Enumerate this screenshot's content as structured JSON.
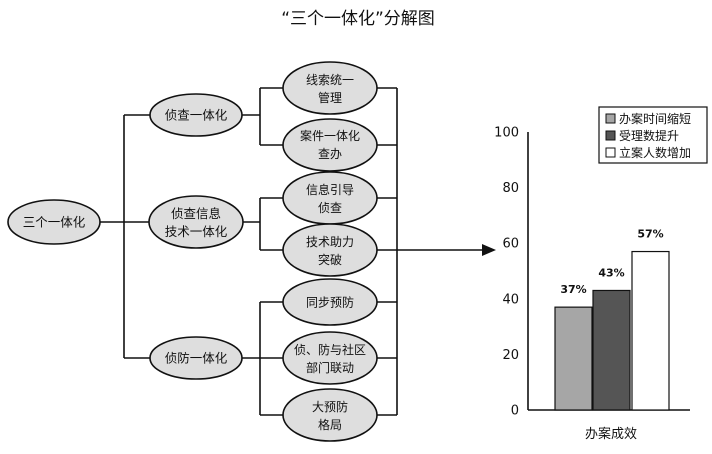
{
  "title": "“三个一体化”分解图",
  "root": {
    "label": "三个一体化"
  },
  "branches": [
    {
      "label_lines": [
        "侦查一体化"
      ],
      "leaves": [
        {
          "lines": [
            "线索统一",
            "管理"
          ]
        },
        {
          "lines": [
            "案件一体化",
            "查办"
          ]
        }
      ]
    },
    {
      "label_lines": [
        "侦查信息",
        "技术一体化"
      ],
      "leaves": [
        {
          "lines": [
            "信息引导",
            "侦查"
          ]
        },
        {
          "lines": [
            "技术助力",
            "突破"
          ]
        }
      ]
    },
    {
      "label_lines": [
        "侦防一体化"
      ],
      "leaves": [
        {
          "lines": [
            "同步预防"
          ]
        },
        {
          "lines": [
            "侦、防与社区",
            "部门联动"
          ]
        },
        {
          "lines": [
            "大预防",
            "格局"
          ]
        }
      ]
    }
  ],
  "chart_data": {
    "type": "bar",
    "categories": [
      "办案成效"
    ],
    "series": [
      {
        "name": "办案时间缩短",
        "values": [
          37
        ],
        "label": "37%",
        "color": "#a6a6a6"
      },
      {
        "name": "受理数提升",
        "values": [
          43
        ],
        "label": "43%",
        "color": "#555555"
      },
      {
        "name": "立案人数增加",
        "values": [
          57
        ],
        "label": "57%",
        "color": "#ffffff"
      }
    ],
    "ylim": [
      0,
      100
    ],
    "yticks": [
      "0",
      "20",
      "40",
      "60",
      "80",
      "100"
    ],
    "legend_position": "top-right",
    "grid": false,
    "xlabel": "",
    "ylabel": ""
  }
}
